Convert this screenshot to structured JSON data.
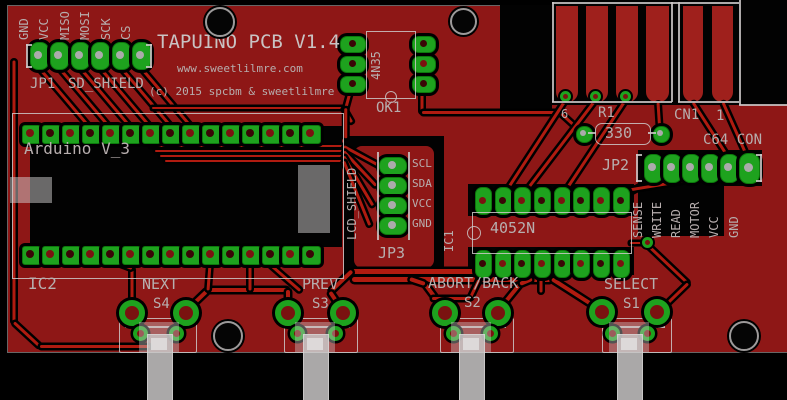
{
  "pcb": {
    "title": "TAPUINO PCB V1.4",
    "website": "www.sweetlilmre.com",
    "copyright": "(c) 2015 spcbm & sweetlilmre",
    "colors": {
      "background": "#000000",
      "board_copper": "#8e1716",
      "trace": "#b01b10",
      "pad_green": "#1ea21e",
      "silkscreen": "#c4bcbc",
      "label_text": "#b7aeae"
    },
    "connectors": {
      "jp1": {
        "ref": "JP1",
        "label": "SD_SHIELD",
        "pins": [
          "GND",
          "VCC",
          "MISO",
          "MOSI",
          "SCK",
          "CS"
        ]
      },
      "jp2": {
        "ref": "JP2",
        "pins": [
          "SENSE",
          "WRITE",
          "READ",
          "MOTOR",
          "VCC",
          "GND"
        ]
      },
      "jp3": {
        "ref": "JP3",
        "label": "LCD_SHIELD",
        "pins": [
          "SCL",
          "SDA",
          "VCC",
          "GND"
        ]
      },
      "cn1": {
        "ref": "CN1",
        "label": "C64 CON",
        "pin_first": "1",
        "pin_last": "6"
      }
    },
    "ics": {
      "ic1": {
        "ref": "IC1",
        "value": "4052N"
      },
      "ic2": {
        "ref": "IC2",
        "value": "Arduino V_3"
      },
      "ok1": {
        "ref": "OK1",
        "value": "4N35"
      }
    },
    "resistors": {
      "r1": {
        "ref": "R1",
        "value": "330"
      }
    },
    "buttons": [
      {
        "ref": "S4",
        "function": "NEXT"
      },
      {
        "ref": "S3",
        "function": "PREV"
      },
      {
        "ref": "S2",
        "function": "ABORT/BACK"
      },
      {
        "ref": "S1",
        "function": "SELECT"
      }
    ]
  }
}
